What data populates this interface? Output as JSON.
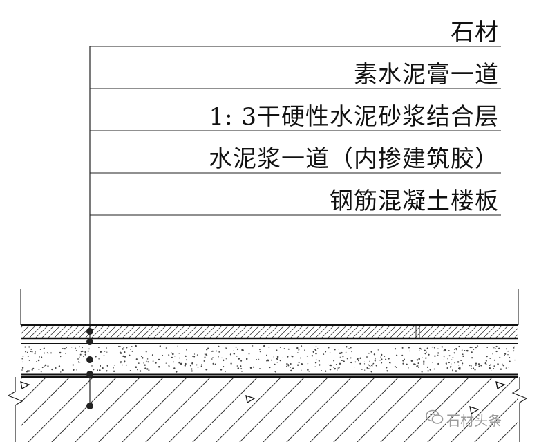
{
  "layers": [
    {
      "label": "石材"
    },
    {
      "label": "素水泥膏一道"
    },
    {
      "label": "1: 3干硬性水泥砂浆结合层"
    },
    {
      "label": "水泥浆一道（内掺建筑胶）"
    },
    {
      "label": "钢筋混凝土楼板"
    }
  ],
  "watermark": {
    "text": "石材头条",
    "icon": "wechat-icon"
  }
}
